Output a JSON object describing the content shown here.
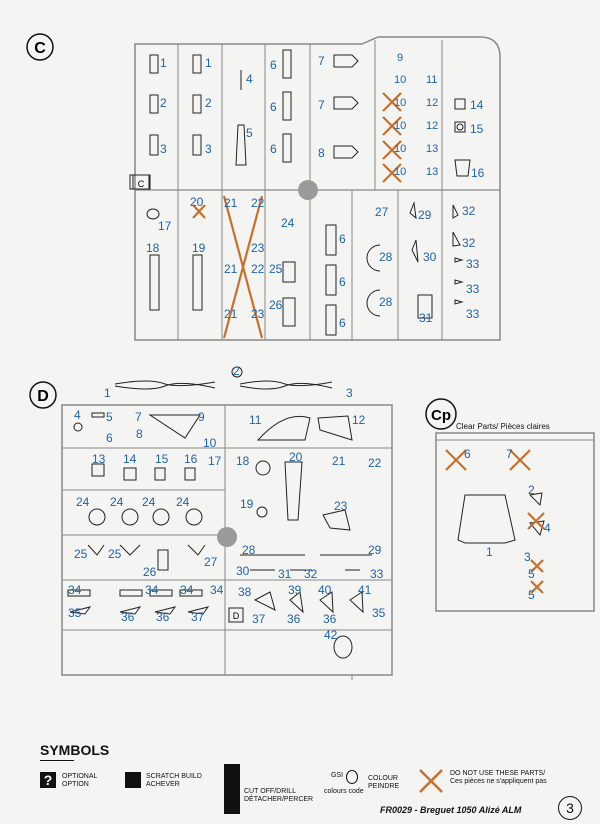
{
  "sprues": {
    "c": {
      "label": "C"
    },
    "d": {
      "label": "D"
    },
    "cp": {
      "label": "Cp",
      "caption": "Clear Parts/ Pièces claires"
    }
  },
  "c_parts": {
    "left_block": [
      "1",
      "2",
      "3",
      "1",
      "2",
      "3",
      "6",
      "6",
      "6",
      "7",
      "7",
      "8"
    ],
    "mid_block": [
      "4",
      "5",
      "9",
      "10",
      "11",
      "10",
      "12",
      "10",
      "12",
      "10",
      "13",
      "10",
      "13",
      "14",
      "15",
      "16"
    ],
    "tag": "C",
    "lower": [
      "17",
      "20",
      "18",
      "19",
      "21",
      "22",
      "23",
      "21",
      "22",
      "21",
      "23",
      "24",
      "25",
      "26",
      "6",
      "6",
      "6",
      "27",
      "28",
      "28",
      "29",
      "30",
      "31",
      "32",
      "32",
      "33",
      "33",
      "33"
    ]
  },
  "d_parts": {
    "top": [
      "1",
      "2",
      "3"
    ],
    "row1": [
      "4",
      "5",
      "6",
      "7",
      "8",
      "9",
      "10",
      "11",
      "12"
    ],
    "row2": [
      "13",
      "14",
      "15",
      "16",
      "17",
      "18",
      "20",
      "21",
      "22"
    ],
    "row3": [
      "24",
      "24",
      "24",
      "24",
      "19",
      "23"
    ],
    "row4": [
      "25",
      "25",
      "26",
      "27",
      "28",
      "29",
      "30",
      "31",
      "32",
      "33"
    ],
    "row5": [
      "34",
      "34",
      "34",
      "34",
      "35",
      "36",
      "36",
      "37",
      "38",
      "39",
      "40",
      "41",
      "37",
      "36",
      "36",
      "35"
    ],
    "tag": "D",
    "bottom": [
      "42"
    ]
  },
  "cp_parts": [
    "6",
    "7",
    "2",
    "4",
    "1",
    "3",
    "5",
    "5"
  ],
  "symbols": {
    "heading": "SYMBOLS",
    "optional": [
      "OPTIONAL",
      "OPTION"
    ],
    "scratch": [
      "SCRATCH BUILD",
      "ACHEVER"
    ],
    "cut": [
      "CUT OFF/DRILL",
      "DÉTACHER/PERCER"
    ],
    "gsi": [
      "GSI",
      "colours code"
    ],
    "colour": [
      "COLOUR",
      "PEINDRE"
    ],
    "do_not_use": [
      "DO NOT USE THESE PARTS/",
      "Ces pièces ne s'appliquent pas"
    ]
  },
  "footer": {
    "title": "FR0029 - Breguet 1050 Alizé ALM",
    "page": "3"
  },
  "colors": {
    "part_number": "#1f63a8",
    "strike": "#c8702a",
    "frame": "#888888"
  }
}
